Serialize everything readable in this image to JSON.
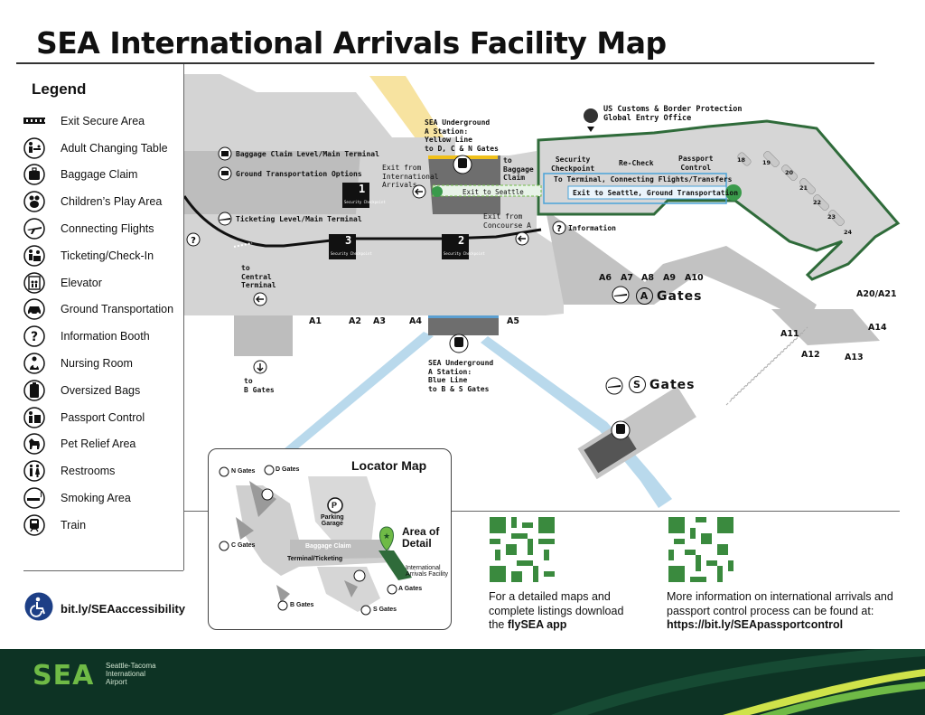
{
  "title": "SEA International Arrivals Facility Map",
  "legend": {
    "title": "Legend",
    "items": [
      {
        "icon": "exit-secure-area-icon",
        "label": "Exit Secure Area"
      },
      {
        "icon": "adult-changing-table-icon",
        "label": "Adult Changing Table"
      },
      {
        "icon": "baggage-claim-icon",
        "label": "Baggage Claim"
      },
      {
        "icon": "childrens-play-area-icon",
        "label": "Children’s Play Area"
      },
      {
        "icon": "connecting-flights-icon",
        "label": "Connecting Flights"
      },
      {
        "icon": "ticketing-icon",
        "label": "Ticketing/Check-In"
      },
      {
        "icon": "elevator-icon",
        "label": "Elevator"
      },
      {
        "icon": "ground-transportation-icon",
        "label": "Ground Transportation"
      },
      {
        "icon": "information-icon",
        "label": "Information Booth"
      },
      {
        "icon": "nursing-room-icon",
        "label": "Nursing Room"
      },
      {
        "icon": "oversized-bags-icon",
        "label": "Oversized Bags"
      },
      {
        "icon": "passport-control-icon",
        "label": "Passport Control"
      },
      {
        "icon": "pet-relief-icon",
        "label": "Pet Relief Area"
      },
      {
        "icon": "restrooms-icon",
        "label": "Restrooms"
      },
      {
        "icon": "smoking-area-icon",
        "label": "Smoking Area"
      },
      {
        "icon": "train-icon",
        "label": "Train"
      }
    ]
  },
  "accessibility": {
    "icon": "wheelchair-icon",
    "label": "bit.ly/SEAaccessibility"
  },
  "map": {
    "baggage_level": "Baggage Claim Level/Main Terminal",
    "ground_transport": "Ground Transportation Options",
    "ticketing_level": "Ticketing Level/Main Terminal",
    "exit_intl_1": "Exit from",
    "exit_intl_2": "International",
    "exit_intl_3": "Arrivals",
    "underground_a_1": "SEA Underground",
    "underground_a_2": "A Station:",
    "underground_a_3": "Yellow Line",
    "underground_a_4": "to D, C & N Gates",
    "to_baggage_1": "to",
    "to_baggage_2": "Baggage",
    "to_baggage_3": "Claim",
    "exit_to_seattle_small": "Exit to Seattle",
    "exit_concourse_1": "Exit from",
    "exit_concourse_2": "Concourse A",
    "customs_1": "US Customs & Border Protection",
    "customs_2": "Global Entry Office",
    "security_1": "Security",
    "security_2": "Checkpoint",
    "recheck": "Re-Check",
    "passport_1": "Passport",
    "passport_2": "Control",
    "to_terminal": "To Terminal, Connecting Flights/Transfers",
    "exit_to_seattle_big": "Exit to Seattle, Ground Transportation",
    "information": "Information",
    "checkpoint_1": "1",
    "checkpoint_2": "2",
    "checkpoint_3": "3",
    "security_small": "Security Checkpoint",
    "to_central_1": "to",
    "to_central_2": "Central",
    "to_central_3": "Terminal",
    "to_b_1": "to",
    "to_b_2": "B Gates",
    "underground_b_1": "SEA Underground",
    "underground_b_2": "A Station:",
    "underground_b_3": "Blue Line",
    "underground_b_4": "to B & S Gates",
    "a_gates_label": "Gates",
    "a_letter": "A",
    "s_gates_label": "Gates",
    "s_letter": "S",
    "gates": {
      "a1": "A1",
      "a2": "A2",
      "a3": "A3",
      "a4": "A4",
      "a5": "A5",
      "a6": "A6",
      "a7": "A7",
      "a8": "A8",
      "a9": "A9",
      "a10": "A10",
      "a11": "A11",
      "a12": "A12",
      "a13": "A13",
      "a14": "A14",
      "a20": "A20/A21"
    },
    "carousels": [
      "18",
      "19",
      "20",
      "21",
      "22",
      "23",
      "24"
    ]
  },
  "locator": {
    "title": "Locator Map",
    "n_gates": "N Gates",
    "d_gates": "D Gates",
    "c_gates": "C Gates",
    "b_gates": "B Gates",
    "s_gates": "S Gates",
    "a_gates": "A Gates",
    "parking_letter": "P",
    "parking_1": "Parking",
    "parking_2": "Garage",
    "baggage_claim": "Baggage Claim",
    "terminal_ticketing": "Terminal/Ticketing",
    "area_1": "Area of",
    "area_2": "Detail",
    "intl_1": "International",
    "intl_2": "Arrivals Facility"
  },
  "qr_left": {
    "line1": "For a detailed maps and",
    "line2": "complete listings download",
    "line3_pre": "the ",
    "line3_bold": "flySEA app"
  },
  "qr_right": {
    "line1": "More information on international arrivals and",
    "line2": "passport control process can be found at:",
    "line3": "https://bit.ly/SEApassportcontrol"
  },
  "footer": {
    "logo": "SEA",
    "sub_1": "Seattle-Tacoma",
    "sub_2": "International",
    "sub_3": "Airport"
  },
  "colors": {
    "accent_green": "#6fba46",
    "footer_bg": "#0d3324",
    "rail_blue": "#b9d9ec",
    "rail_yellow": "#f7e3a0",
    "terminal_gray": "#cfcfcf",
    "facility_border": "#2f6b3a"
  }
}
